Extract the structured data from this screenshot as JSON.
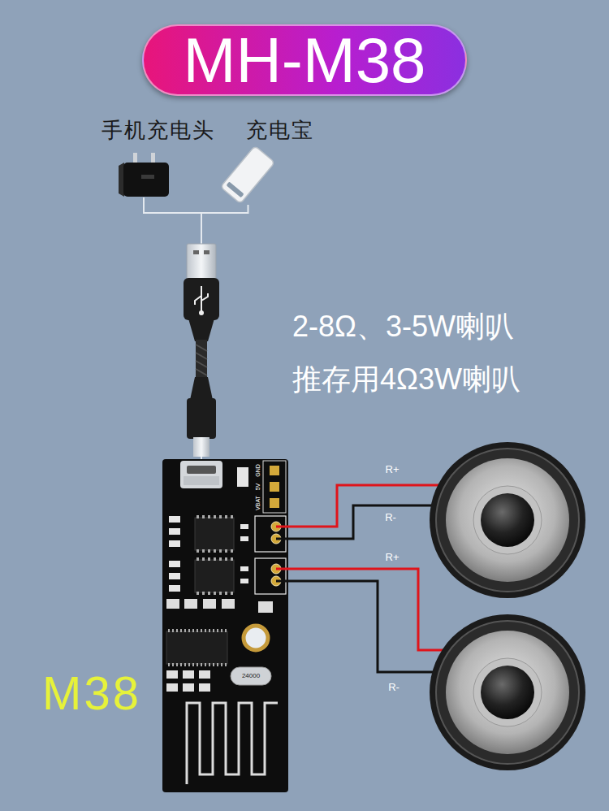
{
  "diagram": {
    "title": "MH-M38",
    "nodes": [
      {
        "text": [
          "手机充电头"
        ]
      },
      {
        "text": [
          "充电宝"
        ]
      },
      {
        "text": [
          "M38"
        ]
      }
    ],
    "edges": [
      {
        "from": 0,
        "to": 2,
        "arrow": "none"
      },
      {
        "from": 1,
        "to": 2,
        "arrow": "none"
      }
    ],
    "labels": [
      "2-8Ω、3-5W喇叭",
      "推存用4Ω3W喇叭",
      "VBAT",
      "5V",
      "GND",
      "R+",
      "R-",
      "R+",
      "R-",
      "24000"
    ]
  }
}
